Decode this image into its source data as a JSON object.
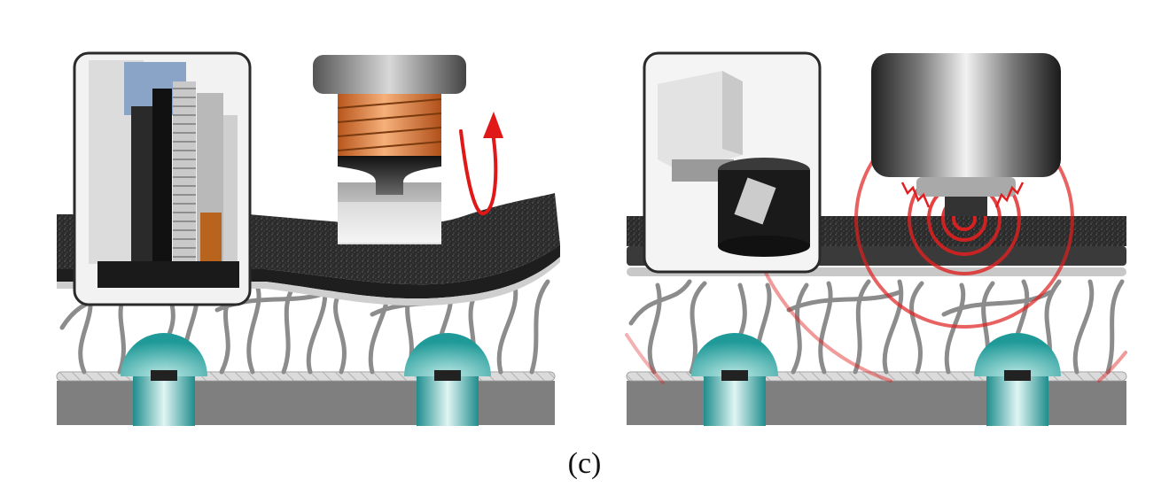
{
  "figure": {
    "caption": "(c)",
    "panels": [
      {
        "name": "electromagnetic-rolling-head",
        "inset_photo": "coil-spring-roller-assembly-photo",
        "motion_icon": "rotation-arrow-icon",
        "accent_color": "#e01818"
      },
      {
        "name": "ultrasonic-vibration-head",
        "inset_photo": "ultrasonic-transducer-photo",
        "motion_icon": "vibration-zigzag-icon",
        "accent_color": "#e02020"
      }
    ],
    "colors": {
      "fiber": "#8c8c8c",
      "substrate": "#7f7f7f",
      "fabric": "#2a2a2a",
      "rivet": "#2aa0a0",
      "coil": "#d9742a"
    }
  }
}
